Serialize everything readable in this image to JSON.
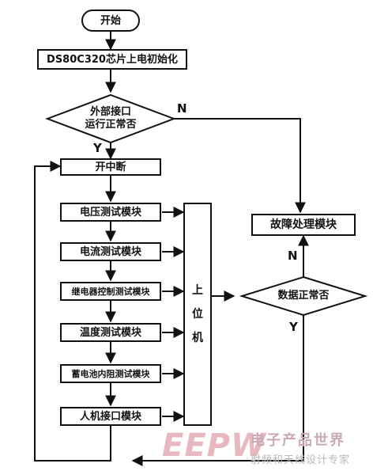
{
  "diagram": {
    "start": "开始",
    "init": "DS80C320芯片上电初始化",
    "check_external": [
      "外部接口",
      "运行正常否"
    ],
    "branch_no": "N",
    "branch_yes": "Y",
    "open_interrupt": "开中断",
    "modules": [
      "电压测试模块",
      "电流测试模块",
      "继电器控制测试模块",
      "温度测试模块",
      "蓄电池内阻测试模块",
      "人机接口模块"
    ],
    "host": [
      "上",
      "位",
      "机"
    ],
    "data_check": "数据正常否",
    "fault": "故障处理模块",
    "fault_no": "N",
    "fault_yes": "Y"
  },
  "watermark": {
    "logo": "EEPW",
    "line1": "电子产品世界",
    "line2": "射频和天线设计专家"
  }
}
